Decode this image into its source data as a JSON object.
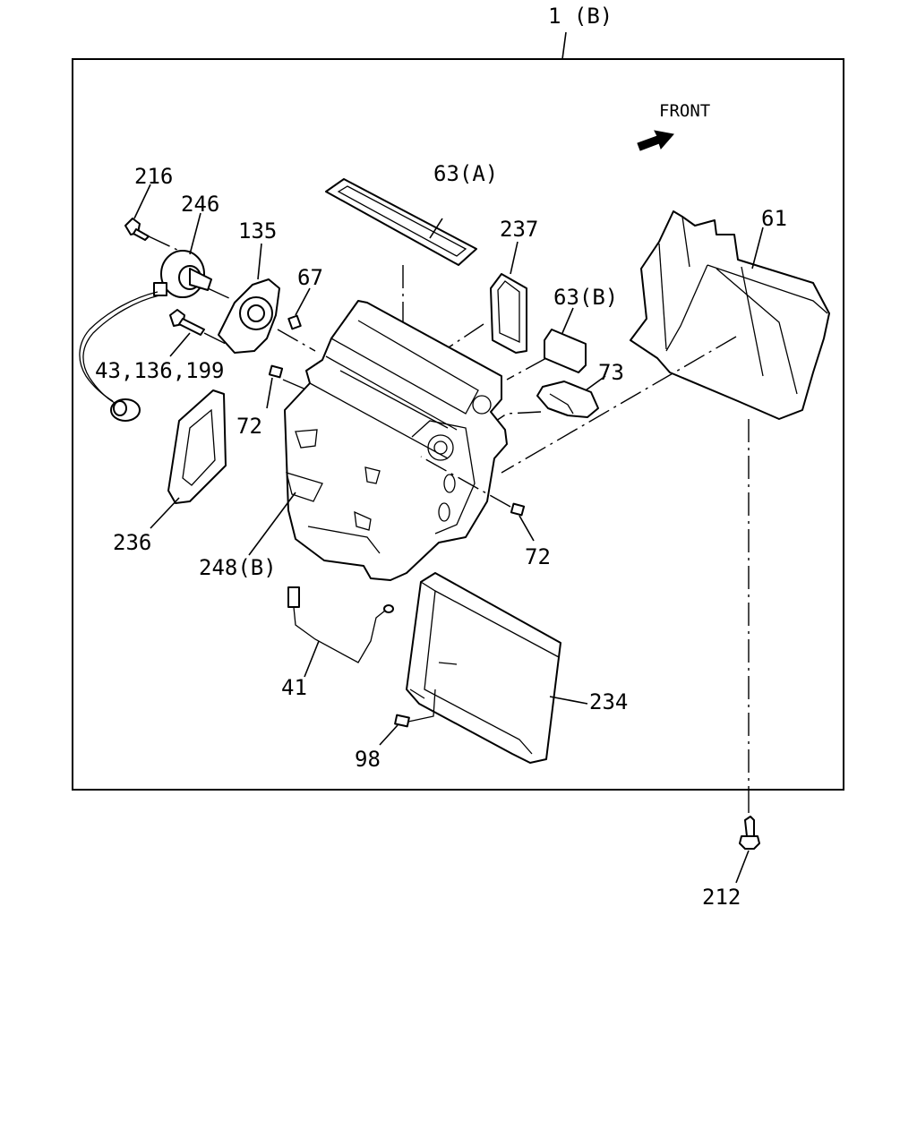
{
  "diagram": {
    "assembly_label": "1 (B)",
    "front_label": "FRONT",
    "callouts": {
      "p216": "216",
      "p246": "246",
      "p135": "135",
      "p67": "67",
      "p63a": "63(A)",
      "p237": "237",
      "p63b": "63(B)",
      "p61": "61",
      "p43": "43,136,199",
      "p73": "73",
      "p72a": "72",
      "p72b": "72",
      "p236": "236",
      "p248b": "248(B)",
      "p41": "41",
      "p234": "234",
      "p98": "98",
      "p212": "212"
    }
  }
}
